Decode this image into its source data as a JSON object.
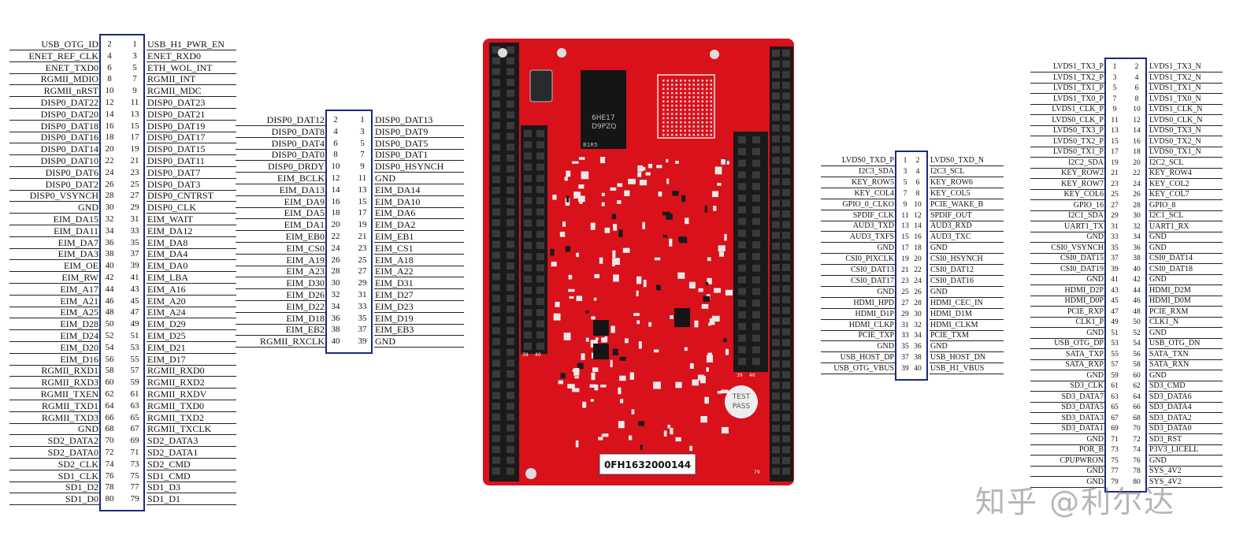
{
  "connector1": {
    "pins_left": [
      "2",
      "4",
      "6",
      "8",
      "10",
      "12",
      "14",
      "16",
      "18",
      "20",
      "22",
      "24",
      "26",
      "28",
      "30",
      "32",
      "34",
      "36",
      "38",
      "40",
      "42",
      "44",
      "46",
      "48",
      "50",
      "52",
      "54",
      "56",
      "58",
      "60",
      "62",
      "64",
      "66",
      "68",
      "70",
      "72",
      "74",
      "76",
      "78",
      "80"
    ],
    "pins_right": [
      "1",
      "3",
      "5",
      "7",
      "9",
      "11",
      "13",
      "15",
      "17",
      "19",
      "21",
      "23",
      "25",
      "27",
      "29",
      "31",
      "33",
      "35",
      "37",
      "39",
      "41",
      "43",
      "45",
      "47",
      "49",
      "51",
      "53",
      "55",
      "57",
      "59",
      "61",
      "63",
      "65",
      "67",
      "69",
      "71",
      "73",
      "75",
      "77",
      "79"
    ],
    "left": [
      "USB_OTG_ID",
      "ENET_REF_CLK",
      "ENET_TXD0",
      "RGMII_MDIO",
      "RGMII_nRST",
      "DISP0_DAT22",
      "DISP0_DAT20",
      "DISP0_DAT18",
      "DISP0_DAT16",
      "DISP0_DAT14",
      "DISP0_DAT10",
      "DISP0_DAT6",
      "DISP0_DAT2",
      "DISP0_VSYNCH",
      "GND",
      "EIM_DA15",
      "EIM_DA11",
      "EIM_DA7",
      "EIM_DA3",
      "EIM_OE",
      "EIM_RW",
      "EIM_A17",
      "EIM_A21",
      "EIM_A25",
      "EIM_D28",
      "EIM_D24",
      "EIM_D20",
      "EIM_D16",
      "RGMII_RXD1",
      "RGMII_RXD3",
      "RGMII_TXEN",
      "RGMII_TXD1",
      "RGMII_TXD3",
      "GND",
      "SD2_DATA2",
      "SD2_DATA0",
      "SD2_CLK",
      "SD1_CLK",
      "SD1_D2",
      "SD1_D0"
    ],
    "right": [
      "USB_H1_PWR_EN",
      "ENET_RXD0",
      "ETH_WOL_INT",
      "RGMII_INT",
      "RGMII_MDC",
      "DISP0_DAT23",
      "DISP0_DAT21",
      "DISP0_DAT19",
      "DISP0_DAT17",
      "DISP0_DAT15",
      "DISP0_DAT11",
      "DISP0_DAT7",
      "DISP0_DAT3",
      "DISP0_CNTRST",
      "DISP0_CLK",
      "EIM_WAIT",
      "EIM_DA12",
      "EIM_DA8",
      "EIM_DA4",
      "EIM_DA0",
      "EIM_LBA",
      "EIM_A16",
      "EIM_A20",
      "EIM_A24",
      "EIM_D29",
      "EIM_D25",
      "EIM_D21",
      "EIM_D17",
      "RGMII_RXD0",
      "RGMII_RXD2",
      "RGMII_RXDV",
      "RGMII_TXD0",
      "RGMII_TXD2",
      "RGMII_TXCLK",
      "SD2_DATA3",
      "SD2_DATA1",
      "SD2_CMD",
      "SD1_CMD",
      "SD1_D3",
      "SD1_D1"
    ]
  },
  "connector2": {
    "pins_left": [
      "2",
      "4",
      "6",
      "8",
      "10",
      "12",
      "14",
      "16",
      "18",
      "20",
      "22",
      "24",
      "26",
      "28",
      "30",
      "32",
      "34",
      "36",
      "38",
      "40"
    ],
    "pins_right": [
      "1",
      "3",
      "5",
      "7",
      "9",
      "11",
      "13",
      "15",
      "17",
      "19",
      "21",
      "23",
      "25",
      "27",
      "29",
      "31",
      "33",
      "35",
      "37",
      "39"
    ],
    "left": [
      "DISP0_DAT12",
      "DISP0_DAT8",
      "DISP0_DAT4",
      "DISP0_DAT0",
      "DISP0_DRDY",
      "EIM_BCLK",
      "EIM_DA13",
      "EIM_DA9",
      "EIM_DA5",
      "EIM_DA1",
      "EIM_EB0",
      "EIM_CS0",
      "EIM_A19",
      "EIM_A23",
      "EIM_D30",
      "EIM_D26",
      "EIM_D22",
      "EIM_D18",
      "EIM_EB2",
      "RGMII_RXCLK"
    ],
    "right": [
      "DISP0_DAT13",
      "DISP0_DAT9",
      "DISP0_DAT5",
      "DISP0_DAT1",
      "DISP0_HSYNCH",
      "GND",
      "EIM_DA14",
      "EIM_DA10",
      "EIM_DA6",
      "EIM_DA2",
      "EIM_EB1",
      "EIM_CS1",
      "EIM_A18",
      "EIM_A22",
      "EIM_D31",
      "EIM_D27",
      "EIM_D23",
      "EIM_D19",
      "EIM_EB3",
      "GND"
    ]
  },
  "connector3": {
    "pins_left": [
      "1",
      "3",
      "5",
      "7",
      "9",
      "11",
      "13",
      "15",
      "17",
      "19",
      "21",
      "23",
      "25",
      "27",
      "29",
      "31",
      "33",
      "35",
      "37",
      "39"
    ],
    "pins_right": [
      "2",
      "4",
      "6",
      "8",
      "10",
      "12",
      "14",
      "16",
      "18",
      "20",
      "22",
      "24",
      "26",
      "28",
      "30",
      "32",
      "34",
      "36",
      "38",
      "40"
    ],
    "left": [
      "LVDS0_TXD_P",
      "I2C3_SDA",
      "KEY_ROW5",
      "KEY_COL4",
      "GPIO_0_CLKO",
      "SPDIF_CLK",
      "AUD3_TXD",
      "AUD3_TXFS",
      "GND",
      "CSI0_PIXCLK",
      "CSI0_DAT13",
      "CSI0_DAT17",
      "GND",
      "HDMI_HPD",
      "HDMI_D1P",
      "HDMI_CLKP",
      "PCIE_TXP",
      "GND",
      "USB_HOST_DP",
      "USB_OTG_VBUS"
    ],
    "right": [
      "LVDS0_TXD_N",
      "I2C3_SCL",
      "KEY_ROW6",
      "KEY_COL5",
      "PCIE_WAKE_B",
      "SPDIF_OUT",
      "AUD3_RXD",
      "AUD3_TXC",
      "GND",
      "CSI0_HSYNCH",
      "CSI0_DAT12",
      "CSI0_DAT16",
      "GND",
      "HDMI_CEC_IN",
      "HDMI_D1M",
      "HDMI_CLKM",
      "PCIE_TXM",
      "GND",
      "USB_HOST_DN",
      "USB_H1_VBUS"
    ]
  },
  "connector4": {
    "pins_left": [
      "1",
      "3",
      "5",
      "7",
      "9",
      "11",
      "13",
      "15",
      "17",
      "19",
      "21",
      "23",
      "25",
      "27",
      "29",
      "31",
      "33",
      "35",
      "37",
      "39",
      "41",
      "43",
      "45",
      "47",
      "49",
      "51",
      "53",
      "55",
      "57",
      "59",
      "61",
      "63",
      "65",
      "67",
      "69",
      "71",
      "73",
      "75",
      "77",
      "79"
    ],
    "pins_right": [
      "2",
      "4",
      "6",
      "8",
      "10",
      "12",
      "14",
      "16",
      "18",
      "20",
      "22",
      "24",
      "26",
      "28",
      "30",
      "32",
      "34",
      "36",
      "38",
      "40",
      "42",
      "44",
      "46",
      "48",
      "50",
      "52",
      "54",
      "56",
      "58",
      "60",
      "62",
      "64",
      "66",
      "68",
      "70",
      "72",
      "74",
      "76",
      "78",
      "80"
    ],
    "left": [
      "LVDS1_TX3_P",
      "LVDS1_TX2_P",
      "LVDS1_TX1_P",
      "LVDS1_TX0_P",
      "LVDS1_CLK_P",
      "LVDS0_CLK_P",
      "LVDS0_TX3_P",
      "LVDS0_TX2_P",
      "LVDS0_TX1_P",
      "I2C2_SDA",
      "KEY_ROW2",
      "KEY_ROW7",
      "KEY_COL6",
      "GPIO_16",
      "I2C1_SDA",
      "UART1_TX",
      "GND",
      "CSI0_VSYNCH",
      "CSI0_DAT15",
      "CSI0_DAT19",
      "GND",
      "HDMI_D2P",
      "HDMI_D0P",
      "PCIE_RXP",
      "CLK1_P",
      "GND",
      "USB_OTG_DP",
      "SATA_TXP",
      "SATA_RXP",
      "GND",
      "SD3_CLK",
      "SD3_DATA7",
      "SD3_DATA5",
      "SD3_DATA3",
      "SD3_DATA1",
      "GND",
      "POR_B",
      "CPUPWRON",
      "GND",
      "GND"
    ],
    "right": [
      "LVDS1_TX3_N",
      "LVDS1_TX2_N",
      "LVDS1_TX1_N",
      "LVDS1_TX0_N",
      "LVDS1_CLK_N",
      "LVDS0_CLK_N",
      "LVDS0_TX3_N",
      "LVDS0_TX2_N",
      "LVDS0_TX1_N",
      "I2C2_SCL",
      "KEY_ROW4",
      "KEY_COL2",
      "KEY_COL7",
      "GPIO_8",
      "I2C1_SCL",
      "UART1_RX",
      "GND",
      "GND",
      "CSI0_DAT14",
      "CSI0_DAT18",
      "GND",
      "HDMI_D2M",
      "HDMI_D0M",
      "PCIE_RXM",
      "CLK1_N",
      "GND",
      "USB_OTG_DN",
      "SATA_TXN",
      "SATA_RXN",
      "GND",
      "SD3_CMD",
      "SD3_DATA6",
      "SD3_DATA4",
      "SD3_DATA2",
      "SD3_DATA0",
      "SD3_RST",
      "P3V3_LICELL",
      "GND",
      "SYS_4V2",
      "SYS_4V2"
    ]
  },
  "board": {
    "chip_text_1": "6HE17",
    "chip_text_2": "D9PZQ",
    "chip_text_3": "B1R5",
    "test_pass_1": "TEST",
    "test_pass_2": "PASS",
    "serial": "0FH1632000144",
    "pin_label_39": "39",
    "pin_label_40": "40",
    "pin_label_39b": "39",
    "pin_label_40b": "40",
    "pin_label_79": "79",
    "colors": {
      "pcb": "#d8111b",
      "header": "#1a1a1a",
      "pad": "#c8c8c8",
      "chip": "#151515"
    }
  },
  "watermark": "知乎 @利尔达"
}
